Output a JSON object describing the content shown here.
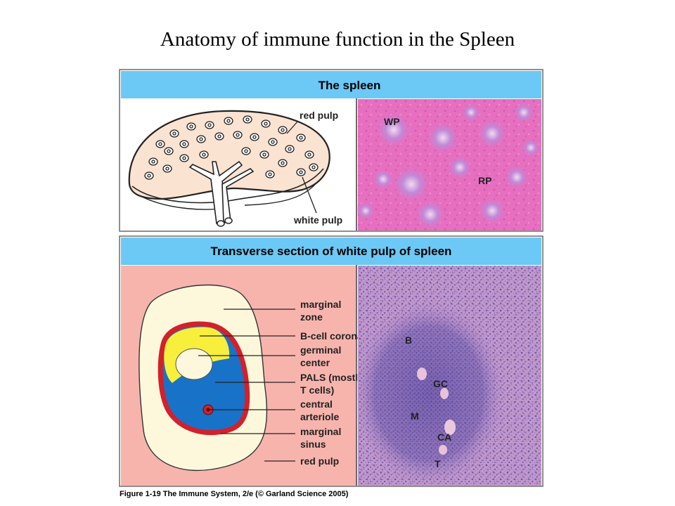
{
  "title": "Anatomy of immune function in the Spleen",
  "panel_top": {
    "header": "The spleen",
    "labels": {
      "red_pulp": "red pulp",
      "white_pulp": "white pulp"
    },
    "micro_labels": {
      "wp": "WP",
      "rp": "RP"
    }
  },
  "panel_bottom": {
    "header": "Transverse section of white pulp of spleen",
    "labels": {
      "marginal_zone_1": "marginal",
      "marginal_zone_2": "zone",
      "b_cell_corona": "B-cell corona",
      "germinal_center_1": "germinal",
      "germinal_center_2": "center",
      "pals_1": "PALS (mostly",
      "pals_2": "T cells)",
      "central_arteriole_1": "central",
      "central_arteriole_2": "arteriole",
      "marginal_sinus_1": "marginal",
      "marginal_sinus_2": "sinus",
      "red_pulp": "red pulp"
    },
    "micro_labels": {
      "b": "B",
      "gc": "GC",
      "m": "M",
      "ca": "CA",
      "t": "T"
    }
  },
  "caption": "Figure 1-19  The Immune System, 2/e (© Garland Science 2005)",
  "colors": {
    "header_bg": "#6cc8f5",
    "spleen_fill": "#fbe3d2",
    "red_pulp_bg": "#f7b4ad",
    "marginal_zone": "#fdf8dc",
    "corona_yellow": "#f7ef3c",
    "pals_blue": "#1872c8",
    "sinus_red": "#d4202a"
  }
}
